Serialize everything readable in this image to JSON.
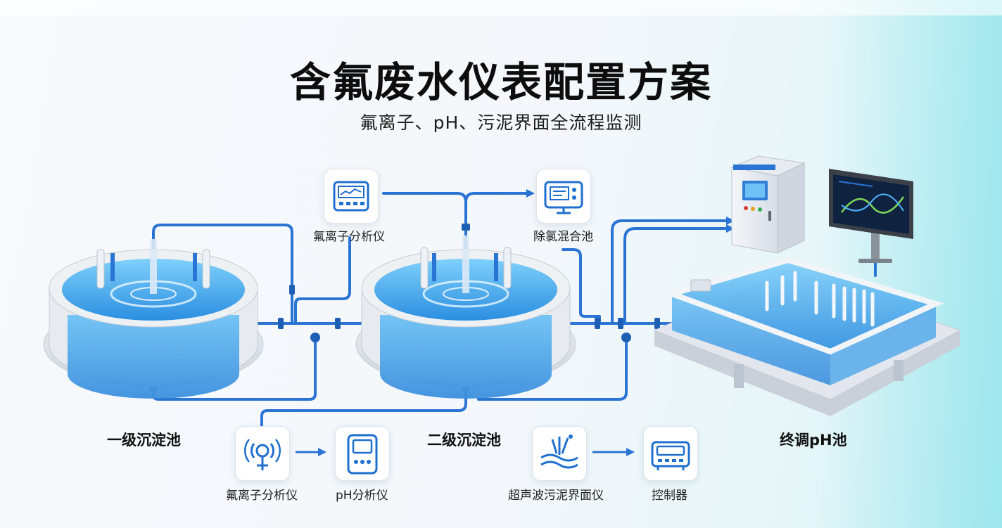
{
  "header": {
    "title": "含氟废水仪表配置方案",
    "subtitle": "氟离子、pH、污泥界面全流程监测"
  },
  "top_instruments": [
    {
      "label": "氟离子分析仪",
      "icon": "analyzer-panel-icon"
    },
    {
      "label": "除氯混合池",
      "icon": "monitor-panel-icon"
    }
  ],
  "tanks": [
    {
      "label": "一级沉淀池"
    },
    {
      "label": "二级沉淀池"
    },
    {
      "label": "终调pH池"
    }
  ],
  "bottom_instruments": [
    {
      "label": "氟离子分析仪",
      "icon": "fluoride-sensor-icon"
    },
    {
      "label": "pH分析仪",
      "icon": "ph-meter-icon"
    },
    {
      "label": "超声波污泥界面仪",
      "icon": "ultrasonic-sludge-icon"
    },
    {
      "label": "控制器",
      "icon": "controller-icon"
    }
  ],
  "colors": {
    "accent": "#1f6fcf",
    "water": "#3aa2e8",
    "pipe": "#2a74d4"
  }
}
